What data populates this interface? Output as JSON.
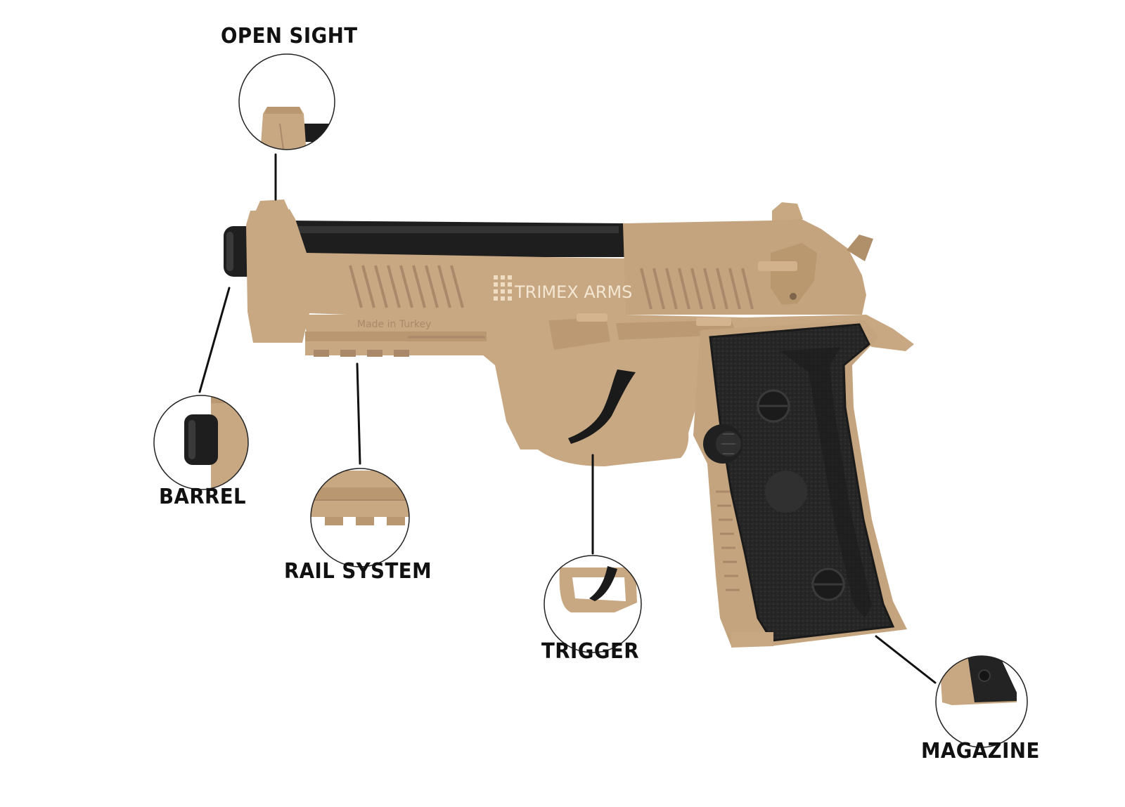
{
  "figure": {
    "brand_engraving": "TRIMEX ARMS",
    "origin_engraving": "Made in Turkey",
    "colors": {
      "background": "#ffffff",
      "frame_tan": "#c8a883",
      "frame_shadow": "#a9896a",
      "frame_highlight": "#dcc3a3",
      "barrel_black": "#1e1e1e",
      "grip_black": "#232323",
      "leader_line": "#111111",
      "label_text": "#111111",
      "engraving": "#f3e6d2"
    }
  },
  "callouts": [
    {
      "id": "open-sight",
      "label": "OPEN SIGHT",
      "icon": "open-sight-detail-icon"
    },
    {
      "id": "barrel",
      "label": "BARREL",
      "icon": "barrel-detail-icon"
    },
    {
      "id": "rail-system",
      "label": "RAIL SYSTEM",
      "icon": "rail-system-detail-icon"
    },
    {
      "id": "trigger",
      "label": "TRIGGER",
      "icon": "trigger-detail-icon"
    },
    {
      "id": "magazine",
      "label": "MAGAZINE",
      "icon": "magazine-detail-icon"
    }
  ]
}
